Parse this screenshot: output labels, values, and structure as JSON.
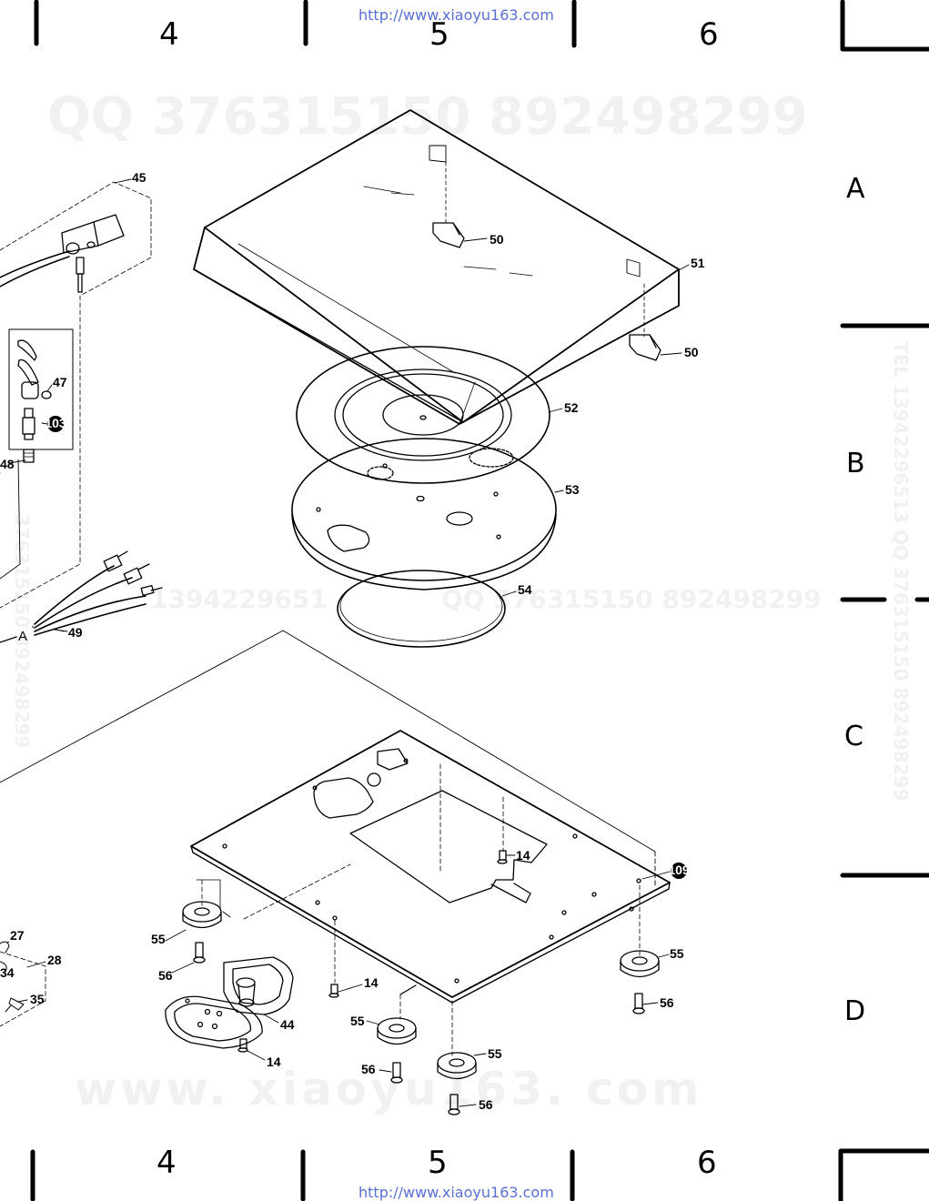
{
  "header": {
    "url": "http://www.xiaoyu163.com"
  },
  "footer": {
    "url": "http://www.xiaoyu163.com"
  },
  "grid": {
    "columns": [
      "4",
      "5",
      "6"
    ],
    "rows": [
      "A",
      "B",
      "C",
      "D"
    ]
  },
  "watermarks": {
    "top": "QQ 376315150   892498299",
    "middle_left": "1394229651",
    "middle_right": "QQ 376315150  892498299",
    "bottom": "www. xiaoyu163. com",
    "right_vertical": "TEL 13942296513  QQ 376315150  892498299",
    "left_vertical": "376315150  892498299"
  },
  "parts": {
    "p45": "45",
    "p47": "47",
    "p48": "48",
    "p49": "49",
    "p103": "103",
    "pA": "A",
    "p50a": "50",
    "p50b": "50",
    "p51": "51",
    "p52": "52",
    "p53": "53",
    "p54": "54",
    "p14a": "14",
    "p14b": "14",
    "p14c": "14",
    "p109": "109",
    "p55a": "55",
    "p55b": "55",
    "p55c": "55",
    "p55d": "55",
    "p56a": "56",
    "p56b": "56",
    "p56c": "56",
    "p56d": "56",
    "p44": "44",
    "p27": "27",
    "p28": "28",
    "p34": "34",
    "p35": "35"
  }
}
